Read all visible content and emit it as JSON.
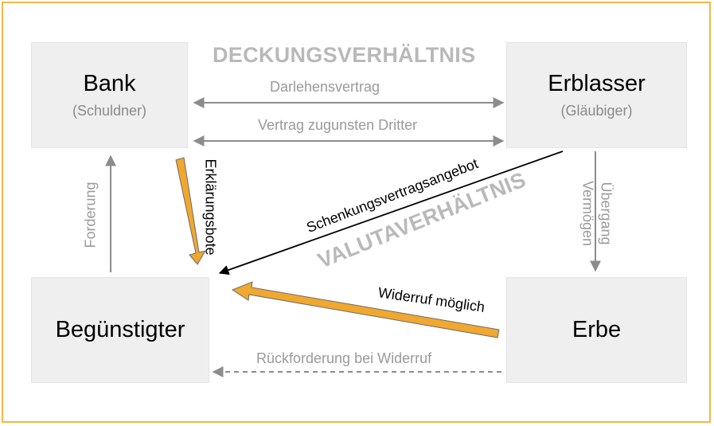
{
  "diagram": {
    "heading_top": "DECKUNGSVERHÄLTNIS",
    "heading_diagonal": "VALUTAVERHÄLTNIS",
    "nodes": {
      "bank": {
        "title": "Bank",
        "role": "(Schuldner)"
      },
      "erblasser": {
        "title": "Erblasser",
        "role": "(Gläubiger)"
      },
      "beguenstigter": {
        "title": "Begünstigter"
      },
      "erbe": {
        "title": "Erbe"
      }
    },
    "edges": {
      "darlehensvertrag": "Darlehensvertrag",
      "vertrag_dritter": "Vertrag zugunsten Dritter",
      "forderung": "Forderung",
      "erklaerungsbote": "Erklärungsbote",
      "schenkungsvertragsangebot": "Schenkungsvertragsangebot",
      "uebergang": "Übergang",
      "vermoegen": "Vermögen",
      "widerruf": "Widerruf möglich",
      "rueckforderung": "Rückforderung bei Widerruf"
    },
    "colors": {
      "frame": "#f0b84a",
      "accent_arrow": "#f0a830",
      "grey_arrow": "#8c8c8c",
      "node_fill": "#efefef"
    }
  }
}
